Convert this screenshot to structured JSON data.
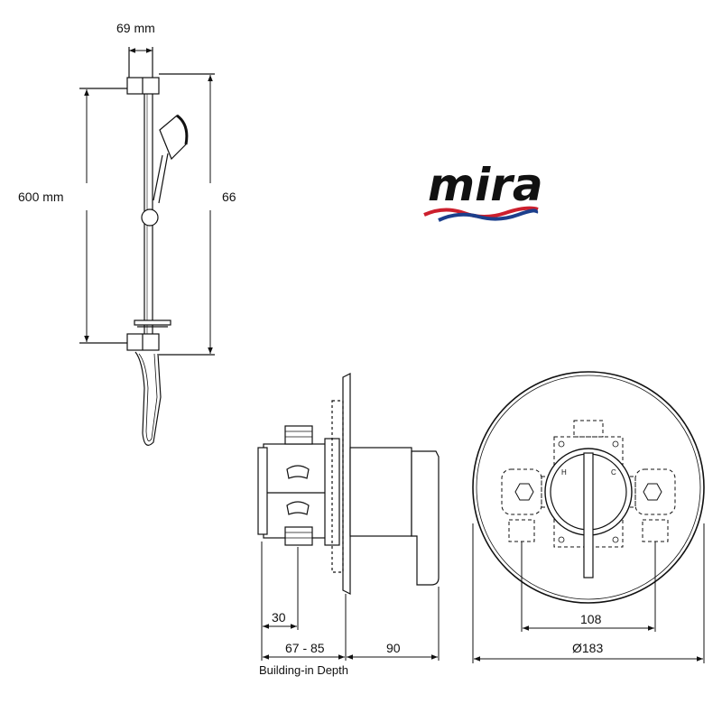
{
  "logo": {
    "text": "mira",
    "wave_colors": [
      "#cc1f2d",
      "#1c3f8c"
    ]
  },
  "rail": {
    "width_label": "69 mm",
    "height_label": "600 mm",
    "overall_label": "66"
  },
  "side_view": {
    "dim_small": "30",
    "dim_range": "67 - 85",
    "dim_depth": "90",
    "caption": "Building-in Depth"
  },
  "front_view": {
    "dim_centres": "108",
    "dim_diameter": "Ø183"
  }
}
